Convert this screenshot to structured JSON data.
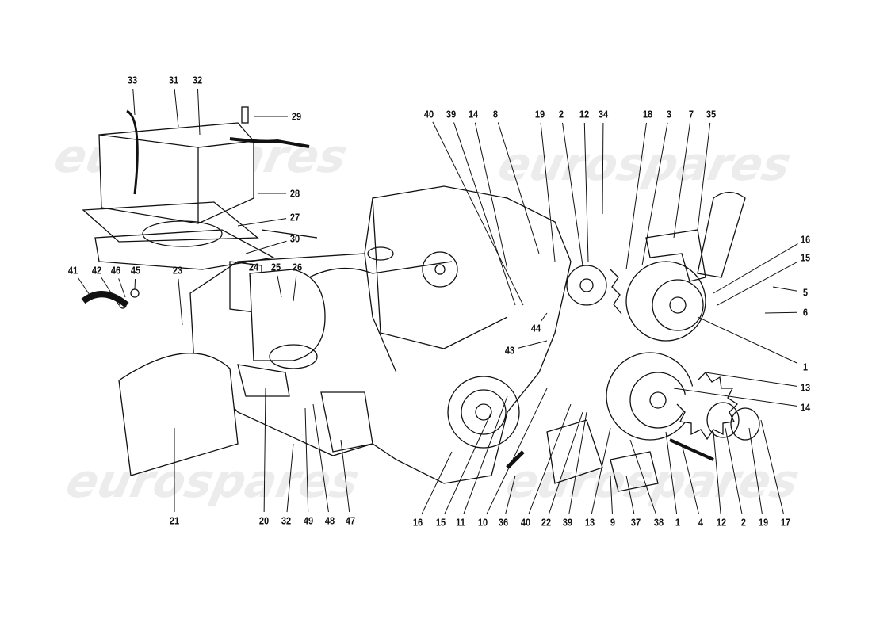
{
  "watermark": "eurospares",
  "callouts": [
    "33",
    "31",
    "32",
    "29",
    "28",
    "27",
    "30",
    "41",
    "42",
    "46",
    "45",
    "23",
    "24",
    "25",
    "26",
    "40",
    "39",
    "14",
    "8",
    "19",
    "2",
    "12",
    "34",
    "18",
    "3",
    "7",
    "35",
    "16",
    "15",
    "5",
    "6",
    "1",
    "13",
    "14",
    "44",
    "43",
    "21",
    "20",
    "32",
    "49",
    "48",
    "47",
    "16",
    "15",
    "11",
    "10",
    "36",
    "40",
    "22",
    "39",
    "13",
    "9",
    "37",
    "38",
    "1",
    "4",
    "12",
    "2",
    "19",
    "17"
  ],
  "colors": {
    "ink": "#111111",
    "watermark": "#ececec"
  }
}
